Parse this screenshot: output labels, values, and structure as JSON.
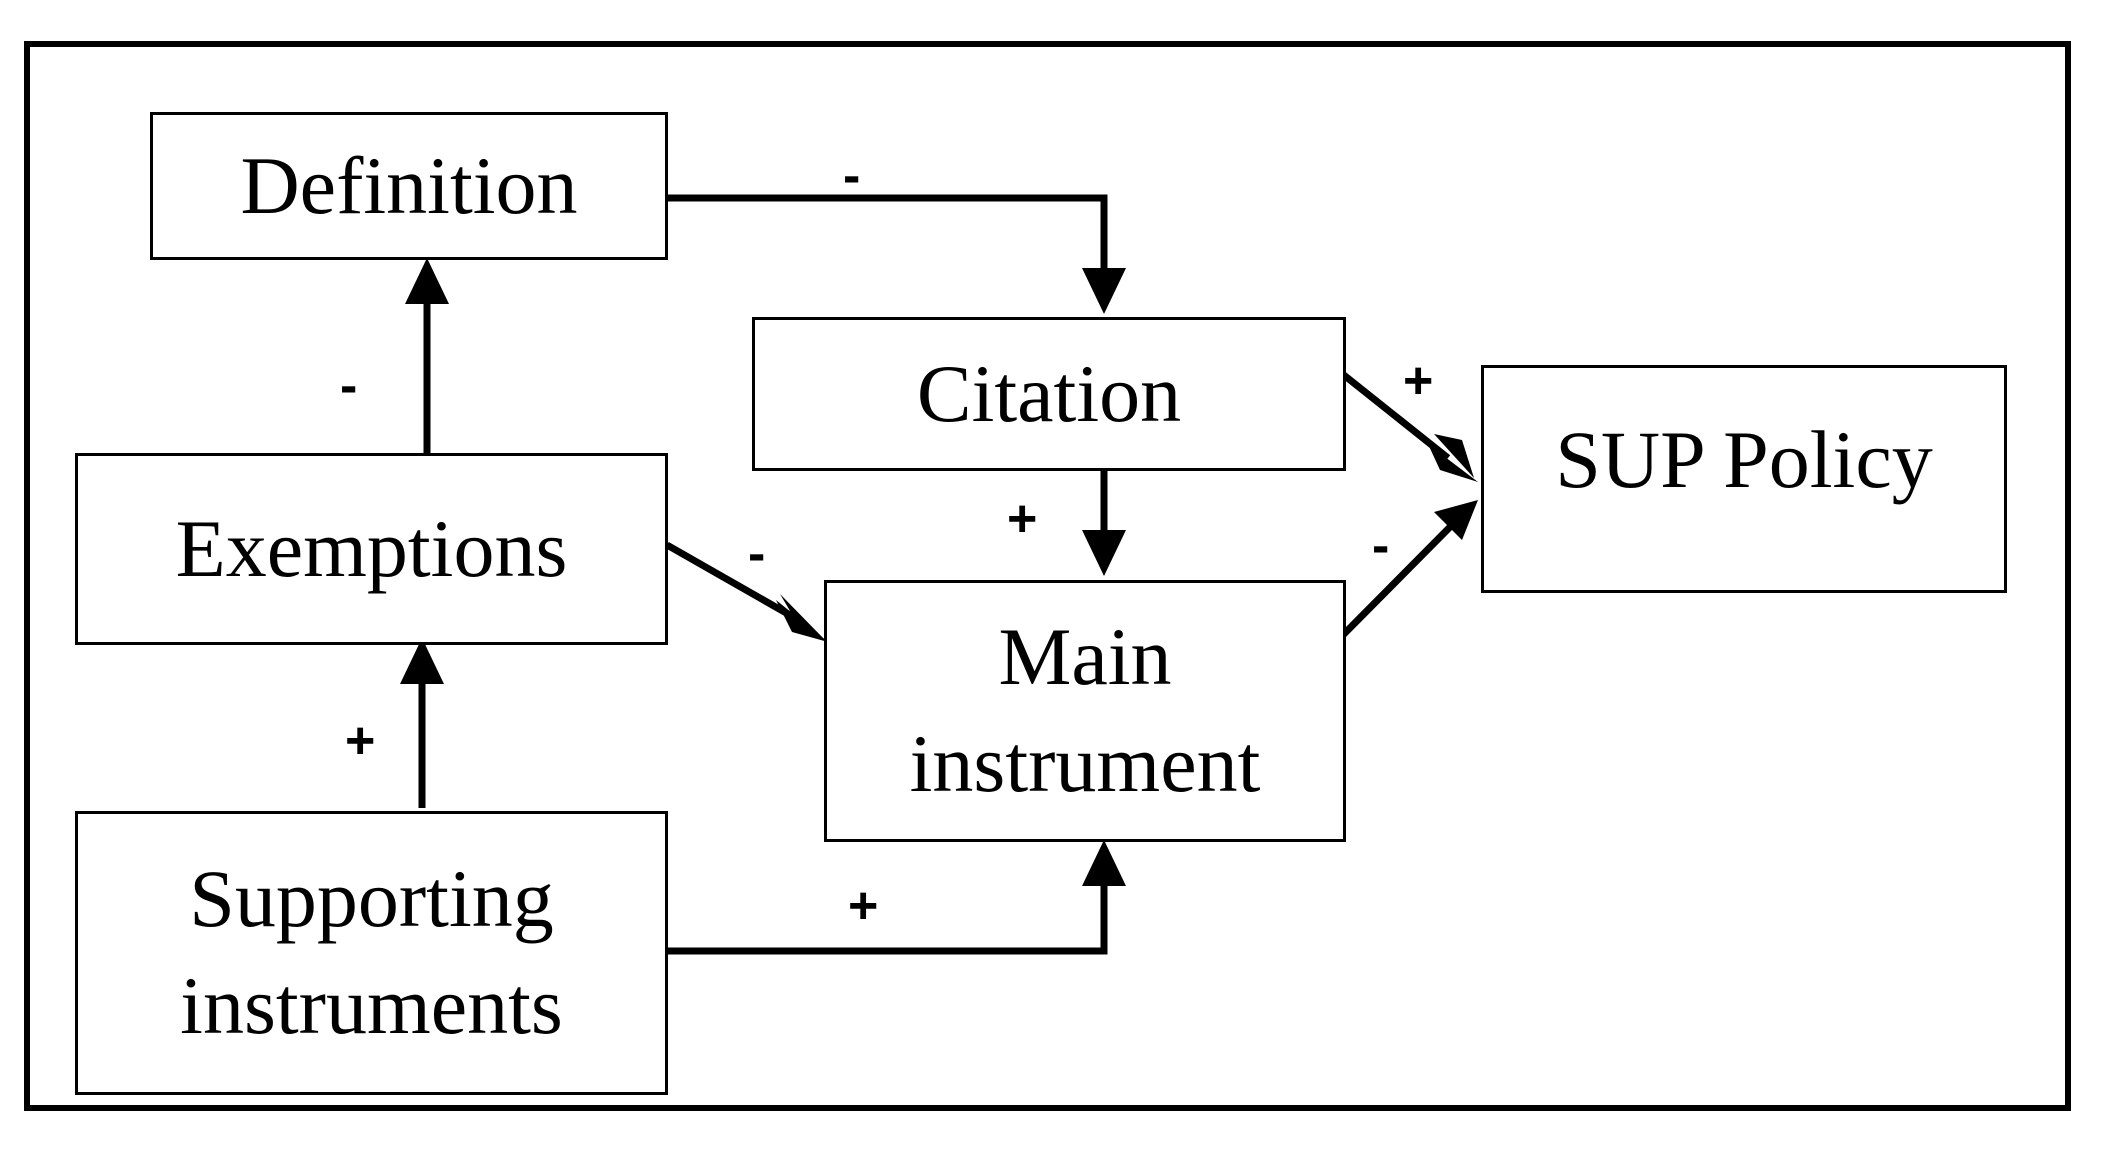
{
  "nodes": {
    "definition": "Definition",
    "citation": "Citation",
    "sup_policy": "SUP Policy",
    "exemptions": "Exemptions",
    "main_instrument": {
      "line1": "Main",
      "line2": "instrument"
    },
    "supporting_instruments": {
      "line1": "Supporting",
      "line2": "instruments"
    }
  },
  "edges": [
    {
      "from": "Definition",
      "to": "Citation",
      "sign": "-"
    },
    {
      "from": "Exemptions",
      "to": "Definition",
      "sign": "-"
    },
    {
      "from": "Exemptions",
      "to": "Main instrument",
      "sign": "-"
    },
    {
      "from": "Supporting instruments",
      "to": "Exemptions",
      "sign": "+"
    },
    {
      "from": "Supporting instruments",
      "to": "Main instrument",
      "sign": "+"
    },
    {
      "from": "Citation",
      "to": "Main instrument",
      "sign": "+"
    },
    {
      "from": "Citation",
      "to": "SUP Policy",
      "sign": "+"
    },
    {
      "from": "Main instrument",
      "to": "SUP Policy",
      "sign": "-"
    }
  ],
  "colors": {
    "line": "#000000",
    "background": "#ffffff"
  }
}
